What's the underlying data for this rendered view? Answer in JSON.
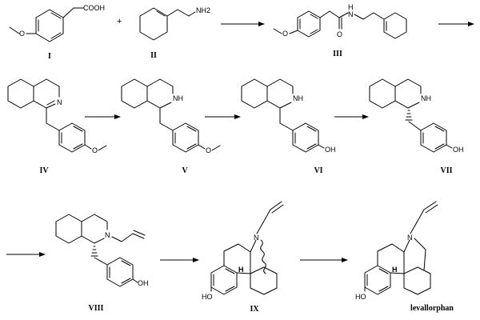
{
  "scheme": {
    "plus_sign": "+",
    "atoms": {
      "cooh": "COOH",
      "nh2": "NH2",
      "amide_n": "N",
      "amide_h": "H",
      "imine_n": "N",
      "nh": "NH",
      "n": "N",
      "o": "O",
      "oh": "OH",
      "ho": "HO",
      "h": "H"
    },
    "compounds": [
      {
        "id": "I",
        "label": "I"
      },
      {
        "id": "II",
        "label": "II"
      },
      {
        "id": "III",
        "label": "III"
      },
      {
        "id": "IV",
        "label": "IV"
      },
      {
        "id": "V",
        "label": "V"
      },
      {
        "id": "VI",
        "label": "VI"
      },
      {
        "id": "VII",
        "label": "VII"
      },
      {
        "id": "VIII",
        "label": "VIII"
      },
      {
        "id": "IX",
        "label": "IX"
      },
      {
        "id": "levallorphan",
        "label": "levallorphan"
      }
    ]
  }
}
